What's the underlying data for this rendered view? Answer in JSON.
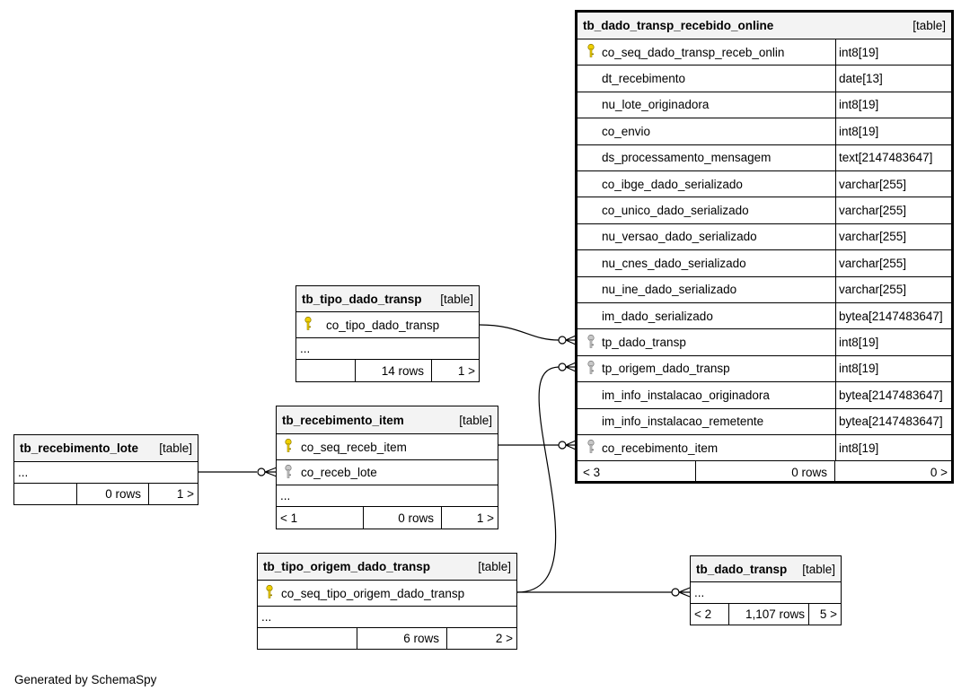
{
  "footer": {
    "text": "Generated by SchemaSpy"
  },
  "colors": {
    "pk_key": "#f0d000",
    "fk_key": "#b8b8b8",
    "header_bg": "#f3f3f3",
    "line": "#000000"
  },
  "tables": {
    "online": {
      "name": "tb_dado_transp_recebido_online",
      "tag": "[table]",
      "columns": [
        {
          "name": "co_seq_dado_transp_receb_onlin",
          "type": "int8[19]",
          "icon": "primary-key-icon"
        },
        {
          "name": "dt_recebimento",
          "type": "date[13]",
          "icon": ""
        },
        {
          "name": "nu_lote_originadora",
          "type": "int8[19]",
          "icon": ""
        },
        {
          "name": "co_envio",
          "type": "int8[19]",
          "icon": ""
        },
        {
          "name": "ds_processamento_mensagem",
          "type": "text[2147483647]",
          "icon": ""
        },
        {
          "name": "co_ibge_dado_serializado",
          "type": "varchar[255]",
          "icon": ""
        },
        {
          "name": "co_unico_dado_serializado",
          "type": "varchar[255]",
          "icon": ""
        },
        {
          "name": "nu_versao_dado_serializado",
          "type": "varchar[255]",
          "icon": ""
        },
        {
          "name": "nu_cnes_dado_serializado",
          "type": "varchar[255]",
          "icon": ""
        },
        {
          "name": "nu_ine_dado_serializado",
          "type": "varchar[255]",
          "icon": ""
        },
        {
          "name": "im_dado_serializado",
          "type": "bytea[2147483647]",
          "icon": ""
        },
        {
          "name": "tp_dado_transp",
          "type": "int8[19]",
          "icon": "foreign-key-icon"
        },
        {
          "name": "tp_origem_dado_transp",
          "type": "int8[19]",
          "icon": "foreign-key-icon"
        },
        {
          "name": "im_info_instalacao_originadora",
          "type": "bytea[2147483647]",
          "icon": ""
        },
        {
          "name": "im_info_instalacao_remetente",
          "type": "bytea[2147483647]",
          "icon": ""
        },
        {
          "name": "co_recebimento_item",
          "type": "int8[19]",
          "icon": "foreign-key-icon"
        }
      ],
      "footer": {
        "parents": "< 3",
        "rows": "0 rows",
        "children": "0 >"
      }
    },
    "tipo_dado": {
      "name": "tb_tipo_dado_transp",
      "tag": "[table]",
      "column": "co_tipo_dado_transp",
      "ellipsis": "...",
      "footer": {
        "parents": "",
        "rows": "14 rows",
        "children": "1 >"
      }
    },
    "item": {
      "name": "tb_recebimento_item",
      "tag": "[table]",
      "column1": "co_seq_receb_item",
      "column2": "co_receb_lote",
      "ellipsis": "...",
      "footer": {
        "parents": "< 1",
        "rows": "0 rows",
        "children": "1 >"
      }
    },
    "lote": {
      "name": "tb_recebimento_lote",
      "tag": "[table]",
      "ellipsis": "...",
      "footer": {
        "parents": "",
        "rows": "0 rows",
        "children": "1 >"
      }
    },
    "origem": {
      "name": "tb_tipo_origem_dado_transp",
      "tag": "[table]",
      "column": "co_seq_tipo_origem_dado_transp",
      "ellipsis": "...",
      "footer": {
        "parents": "",
        "rows": "6 rows",
        "children": "2 >"
      }
    },
    "dado": {
      "name": "tb_dado_transp",
      "tag": "[table]",
      "ellipsis": "...",
      "footer": {
        "parents": "< 2",
        "rows": "1,107 rows",
        "children": "5 >"
      }
    }
  }
}
